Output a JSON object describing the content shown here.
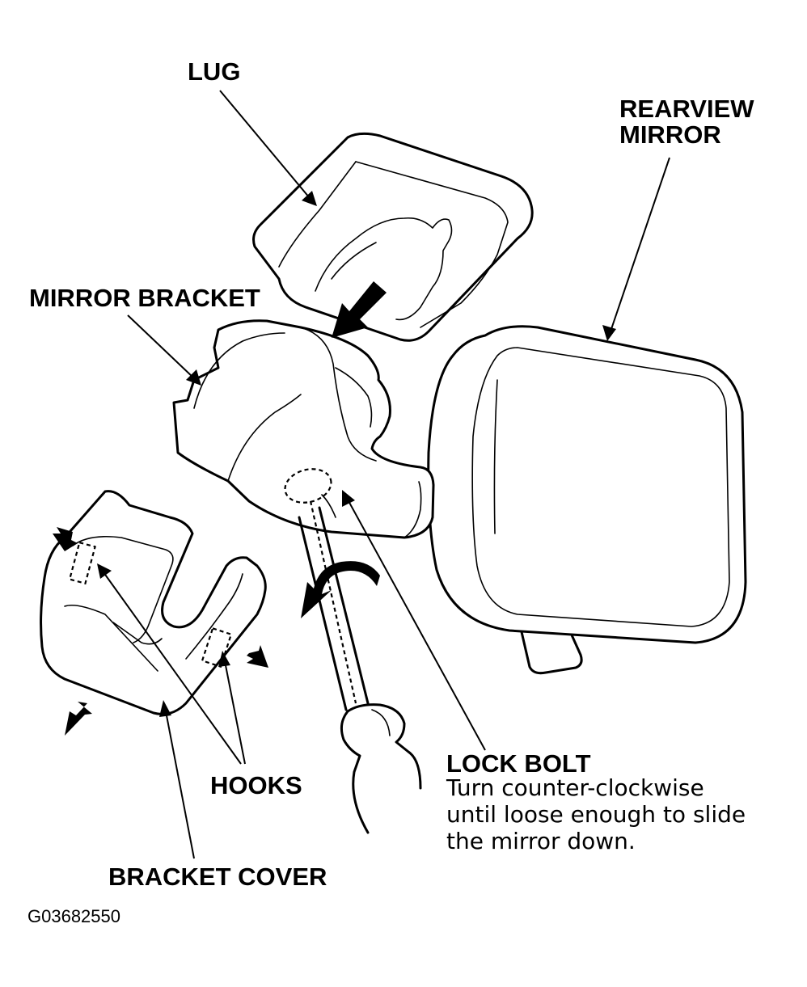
{
  "labels": {
    "lug": "LUG",
    "rearview_mirror_line1": "REARVIEW",
    "rearview_mirror_line2": "MIRROR",
    "mirror_bracket": "MIRROR BRACKET",
    "hooks": "HOOKS",
    "bracket_cover": "BRACKET COVER",
    "lock_bolt": "LOCK BOLT"
  },
  "instruction": {
    "line1": "Turn counter-clockwise",
    "line2": "until loose enough to slide",
    "line3": "the mirror down."
  },
  "figure_code": "G03682550",
  "colors": {
    "ink": "#000000",
    "paper": "#ffffff"
  },
  "icons": [
    "push-arrow-icon",
    "rotate-counterclockwise-arrow-icon",
    "pull-apart-arrow-icon"
  ]
}
